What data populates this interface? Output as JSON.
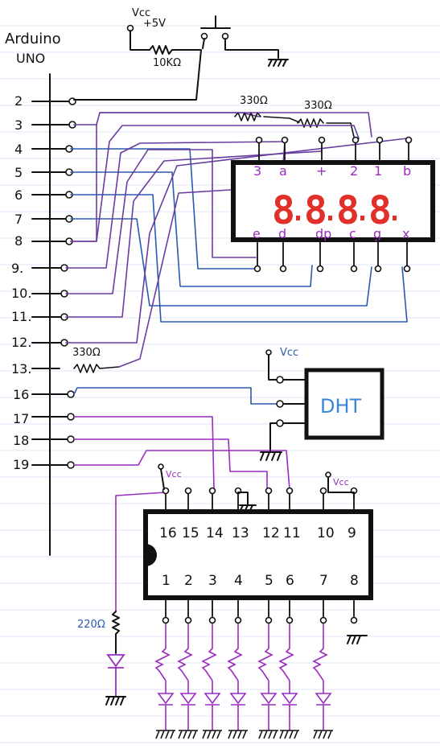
{
  "board": {
    "name_line1": "Arduino",
    "name_line2": "UNO"
  },
  "pins": [
    {
      "label": "2"
    },
    {
      "label": "3"
    },
    {
      "label": "4"
    },
    {
      "label": "5"
    },
    {
      "label": "6"
    },
    {
      "label": "7"
    },
    {
      "label": "8"
    },
    {
      "label": "9."
    },
    {
      "label": "10."
    },
    {
      "label": "11."
    },
    {
      "label": "12."
    },
    {
      "label": "13."
    },
    {
      "label": "16"
    },
    {
      "label": "17"
    },
    {
      "label": "18"
    },
    {
      "label": "19"
    }
  ],
  "power": {
    "vcc": "Vcc",
    "plus5v": "+5V",
    "pullup": "10KΩ"
  },
  "resistors": {
    "r1": "330Ω",
    "r2": "330Ω",
    "r13": "330Ω",
    "r_led": "220Ω"
  },
  "seg_display": {
    "top_pins": [
      "3",
      "a",
      "+",
      "2",
      "1",
      "b"
    ],
    "bottom_pins": [
      "e",
      "d",
      "dp",
      "c",
      "g",
      "x"
    ],
    "digits": [
      "8",
      "8",
      "8",
      "8"
    ]
  },
  "dht": {
    "label": "DHT",
    "vcc": "Vcc"
  },
  "ic": {
    "top_pins": [
      "16",
      "15",
      "14",
      "13",
      "12",
      "11",
      "10",
      "9"
    ],
    "bottom_pins": [
      "1",
      "2",
      "3",
      "4",
      "5",
      "6",
      "7",
      "8"
    ],
    "vcc_left": "Vcc",
    "vcc_right": "Vcc"
  },
  "colors": {
    "ink": "#111111",
    "blue": "#2a5ab0",
    "purple": "#6a3ca0",
    "magenta": "#9a2cc0",
    "red": "#e0302a",
    "lightblue": "#3a86d8"
  }
}
